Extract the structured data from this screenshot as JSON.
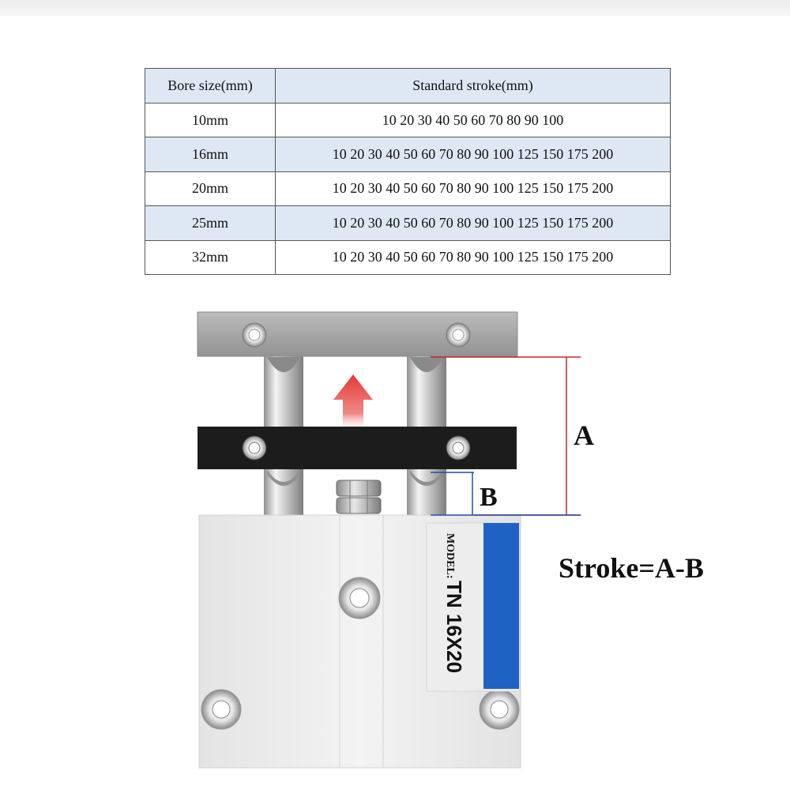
{
  "table": {
    "headers": [
      "Bore size(mm)",
      "Standard stroke(mm)"
    ],
    "rows": [
      {
        "bore": "10mm",
        "strokes": "10 20 30 40 50 60 70 80 90 100"
      },
      {
        "bore": "16mm",
        "strokes": "10 20 30 40 50 60 70 80 90 100 125 150 175 200"
      },
      {
        "bore": "20mm",
        "strokes": "10 20 30 40 50 60 70 80 90 100 125 150 175 200"
      },
      {
        "bore": "25mm",
        "strokes": "10 20 30 40 50 60 70 80 90 100 125 150 175 200"
      },
      {
        "bore": "32mm",
        "strokes": "10 20 30 40 50 60 70 80 90 100 125 150 175 200"
      }
    ]
  },
  "diagram": {
    "label_a": "A",
    "label_b": "B",
    "formula": "Stroke=A-B",
    "model_caption": "MODEL:",
    "model_number": "TN 16X20",
    "colors": {
      "dimension_a": "#c62828",
      "dimension_b": "#1f4fa8",
      "arrow": "#e53935",
      "label_stripe": "#1e63c4",
      "moving_plate": "#1c1c1c",
      "top_plate": "#a8a8a8"
    }
  }
}
